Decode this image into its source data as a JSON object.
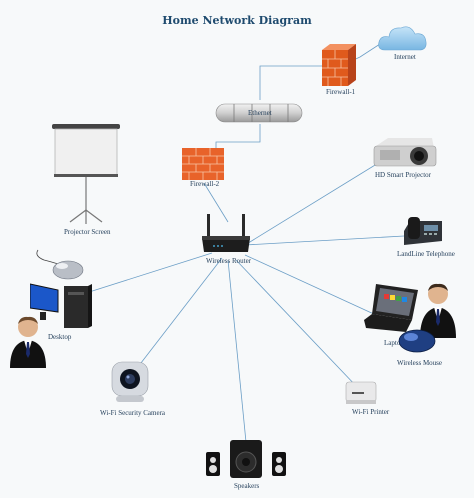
{
  "diagram": {
    "title": "Home Network Diagram",
    "nodes": {
      "internet": "Internet",
      "firewall1": "Firewall-1",
      "ethernet": "Ethernet",
      "firewall2": "Firewall-2",
      "router": "Wireless Router",
      "projector_screen": "Projector Screen",
      "hd_projector": "HD Smart Projector",
      "telephone": "LandLine Telephone",
      "desktop": "Desktop",
      "laptop": "Laptop",
      "mouse": "Wireless Mouse",
      "printer": "Wi-Fi Printer",
      "camera": "Wi-Fi Security Camera",
      "speakers": "Speakers"
    },
    "colors": {
      "link": "#6b9ec6",
      "label": "#1f3b57",
      "title": "#1e4a6e",
      "firewall": "#e05a1c",
      "cloud": "#8fc4ea"
    }
  }
}
